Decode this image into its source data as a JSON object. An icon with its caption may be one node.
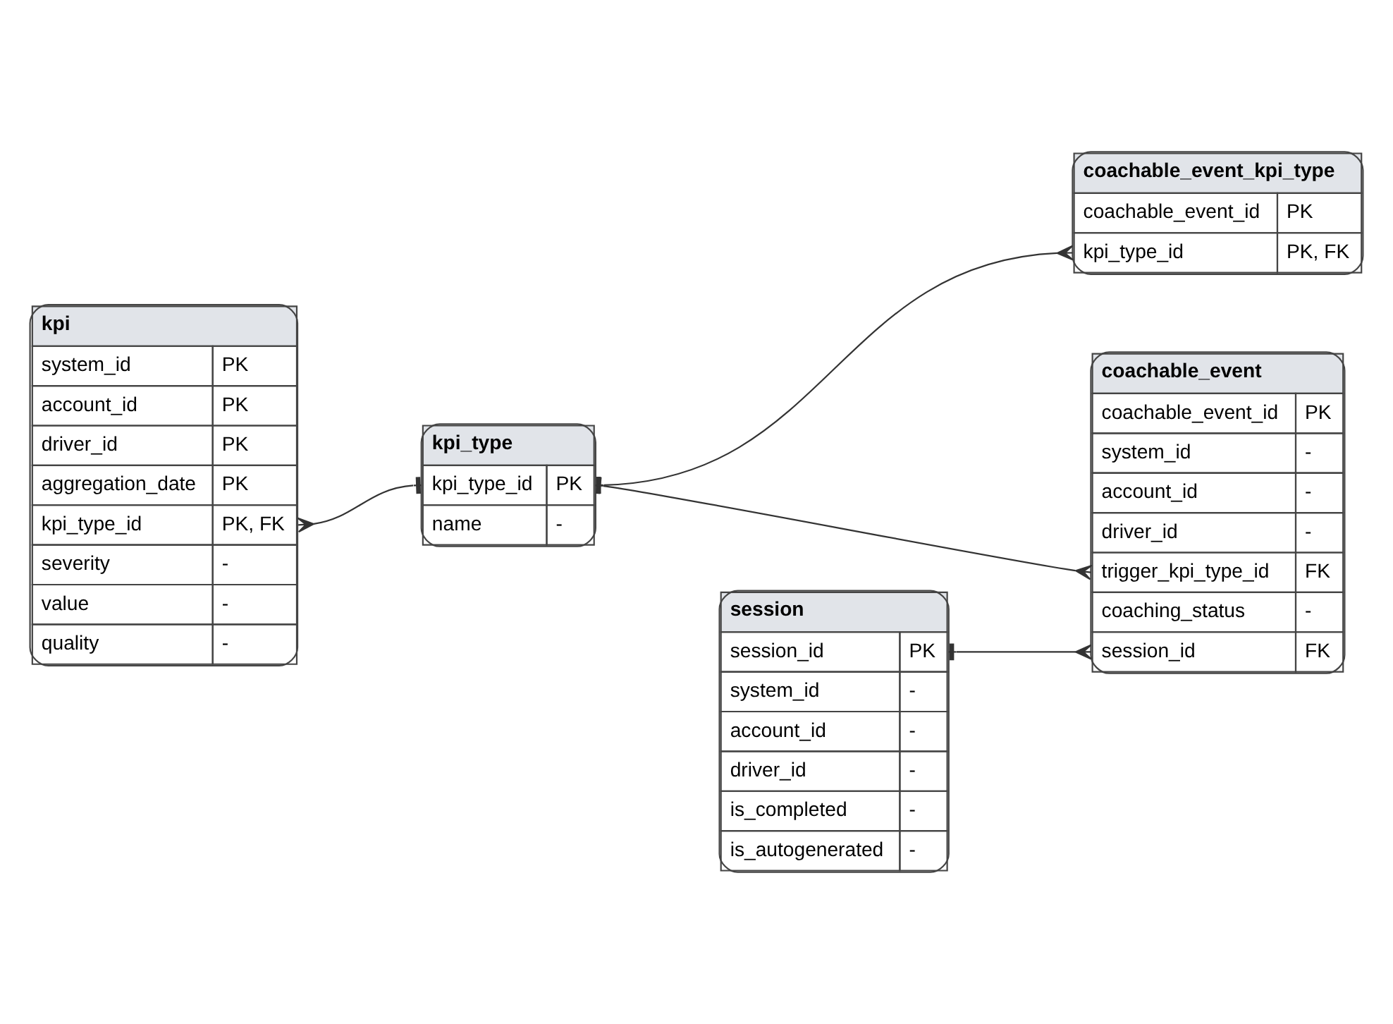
{
  "diagram": {
    "nodes": [
      {
        "text": [
          "kpi",
          "system_id",
          "PK",
          "account_id",
          "PK",
          "driver_id",
          "PK",
          "aggregation_date",
          "PK",
          "kpi_type_id",
          "PK, FK",
          "severity",
          "-",
          "value",
          "-",
          "quality",
          "-"
        ]
      },
      {
        "text": [
          "kpi_type",
          "kpi_type_id",
          "PK",
          "name",
          "-"
        ]
      },
      {
        "text": [
          "coachable_event_kpi_type",
          "coachable_event_id",
          "PK",
          "kpi_type_id",
          "PK, FK"
        ]
      },
      {
        "text": [
          "coachable_event",
          "coachable_event_id",
          "PK",
          "system_id",
          "-",
          "account_id",
          "-",
          "driver_id",
          "-",
          "trigger_kpi_type_id",
          "FK",
          "coaching_status",
          "-",
          "session_id",
          "FK"
        ]
      },
      {
        "text": [
          "session",
          "session_id",
          "PK",
          "system_id",
          "-",
          "account_id",
          "-",
          "driver_id",
          "-",
          "is_completed",
          "-",
          "is_autogenerated",
          "-"
        ]
      }
    ],
    "edges": [
      {
        "from": 1,
        "to": 0,
        "arrow": "other"
      },
      {
        "from": 1,
        "to": 2,
        "arrow": "other"
      },
      {
        "from": 1,
        "to": 3,
        "arrow": "other"
      },
      {
        "from": 4,
        "to": 3,
        "arrow": "other"
      }
    ]
  }
}
